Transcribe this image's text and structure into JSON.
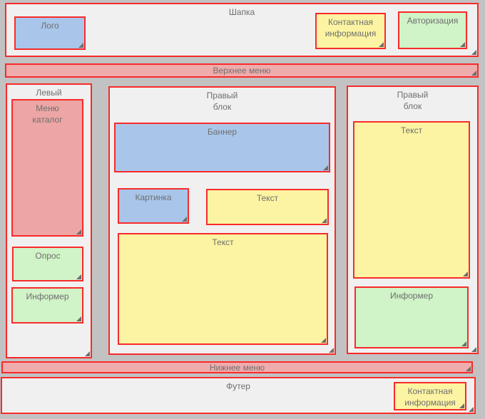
{
  "header": {
    "label": "Шапка",
    "logo_label": "Лого",
    "contact_label": "Контактная информация",
    "auth_label": "Авторизация"
  },
  "top_menu": {
    "label": "Верхнее меню"
  },
  "left_column": {
    "label": "Левый",
    "menu_catalog_label": "Меню каталог",
    "poll_label": "Опрос",
    "informer_label": "Информер"
  },
  "middle_column": {
    "label": "Правый блок",
    "banner_label": "Баннер",
    "picture_label": "Картинка",
    "text_top_label": "Текст",
    "text_main_label": "Текст"
  },
  "right_column": {
    "label": "Правый блок",
    "text_label": "Текст",
    "informer_label": "Информер"
  },
  "bottom_menu": {
    "label": "Нижнее меню"
  },
  "footer": {
    "label": "Футер",
    "contact_label": "Контактная информация"
  },
  "colors": {
    "canvas_background": "#c2c2c2",
    "section_background": "#f0f0f0",
    "border_red": "#f92a2a",
    "menu_pink": "#efacac",
    "catalog_pink": "#eda5a5",
    "block_blue": "#a9c6ea",
    "block_yellow": "#fcf4a2",
    "block_green": "#d0f3c7",
    "label_text": "#6f6f6f",
    "resize_handle": "#6d6d6d"
  }
}
